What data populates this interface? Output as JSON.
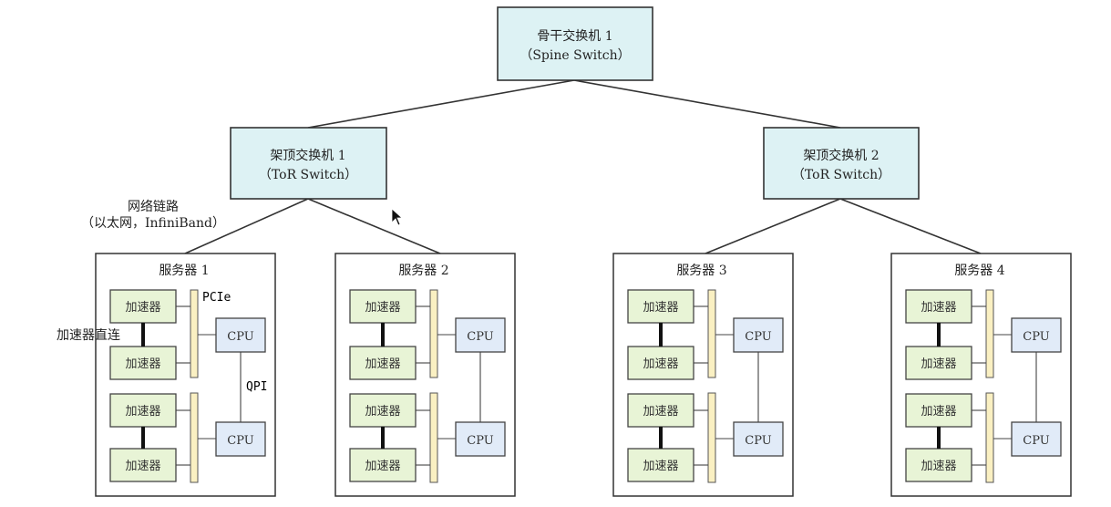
{
  "spine": {
    "line1": "骨干交换机 1",
    "line2": "（Spine Switch）"
  },
  "tor": [
    {
      "line1": "架顶交换机 1",
      "line2": "（ToR Switch）"
    },
    {
      "line1": "架顶交换机 2",
      "line2": "（ToR Switch）"
    }
  ],
  "servers": [
    {
      "title": "服务器 1"
    },
    {
      "title": "服务器 2"
    },
    {
      "title": "服务器 3"
    },
    {
      "title": "服务器 4"
    }
  ],
  "labels": {
    "accelerator": "加速器",
    "cpu": "CPU",
    "pcie": "PCIe",
    "qpi": "QPI",
    "accel_direct": "加速器直连",
    "net_link_line1": "网络链路",
    "net_link_line2": "（以太网，InfiniBand）"
  },
  "colors": {
    "switch_fill": "#ddf2f4",
    "accelerator_fill": "#e8f4d6",
    "cpu_fill": "#e1ebf8",
    "pcie_fill": "#faf0c2"
  }
}
